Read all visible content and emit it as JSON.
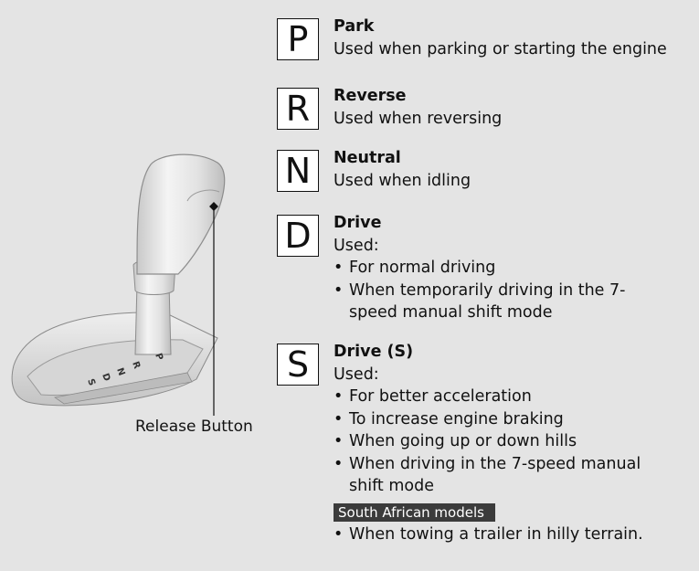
{
  "illustration": {
    "shift_markings": [
      "P",
      "R",
      "N",
      "D",
      "S"
    ],
    "callout": "Release Button"
  },
  "gears": [
    {
      "letter": "P",
      "title": "Park",
      "desc": "Used when parking or starting the engine"
    },
    {
      "letter": "R",
      "title": "Reverse",
      "desc": "Used when reversing"
    },
    {
      "letter": "N",
      "title": "Neutral",
      "desc": "Used when idling"
    },
    {
      "letter": "D",
      "title": "Drive",
      "desc": "Used:",
      "bullets": [
        "For normal driving",
        "When temporarily driving in the 7-speed manual shift mode"
      ]
    },
    {
      "letter": "S",
      "title": "Drive (S)",
      "desc": "Used:",
      "bullets": [
        "For better acceleration",
        "To increase engine braking",
        "When going up or down hills",
        "When driving in the 7-speed manual shift mode"
      ],
      "badge": "South African models",
      "badge_bullets": [
        "When towing a trailer in hilly terrain."
      ]
    }
  ]
}
